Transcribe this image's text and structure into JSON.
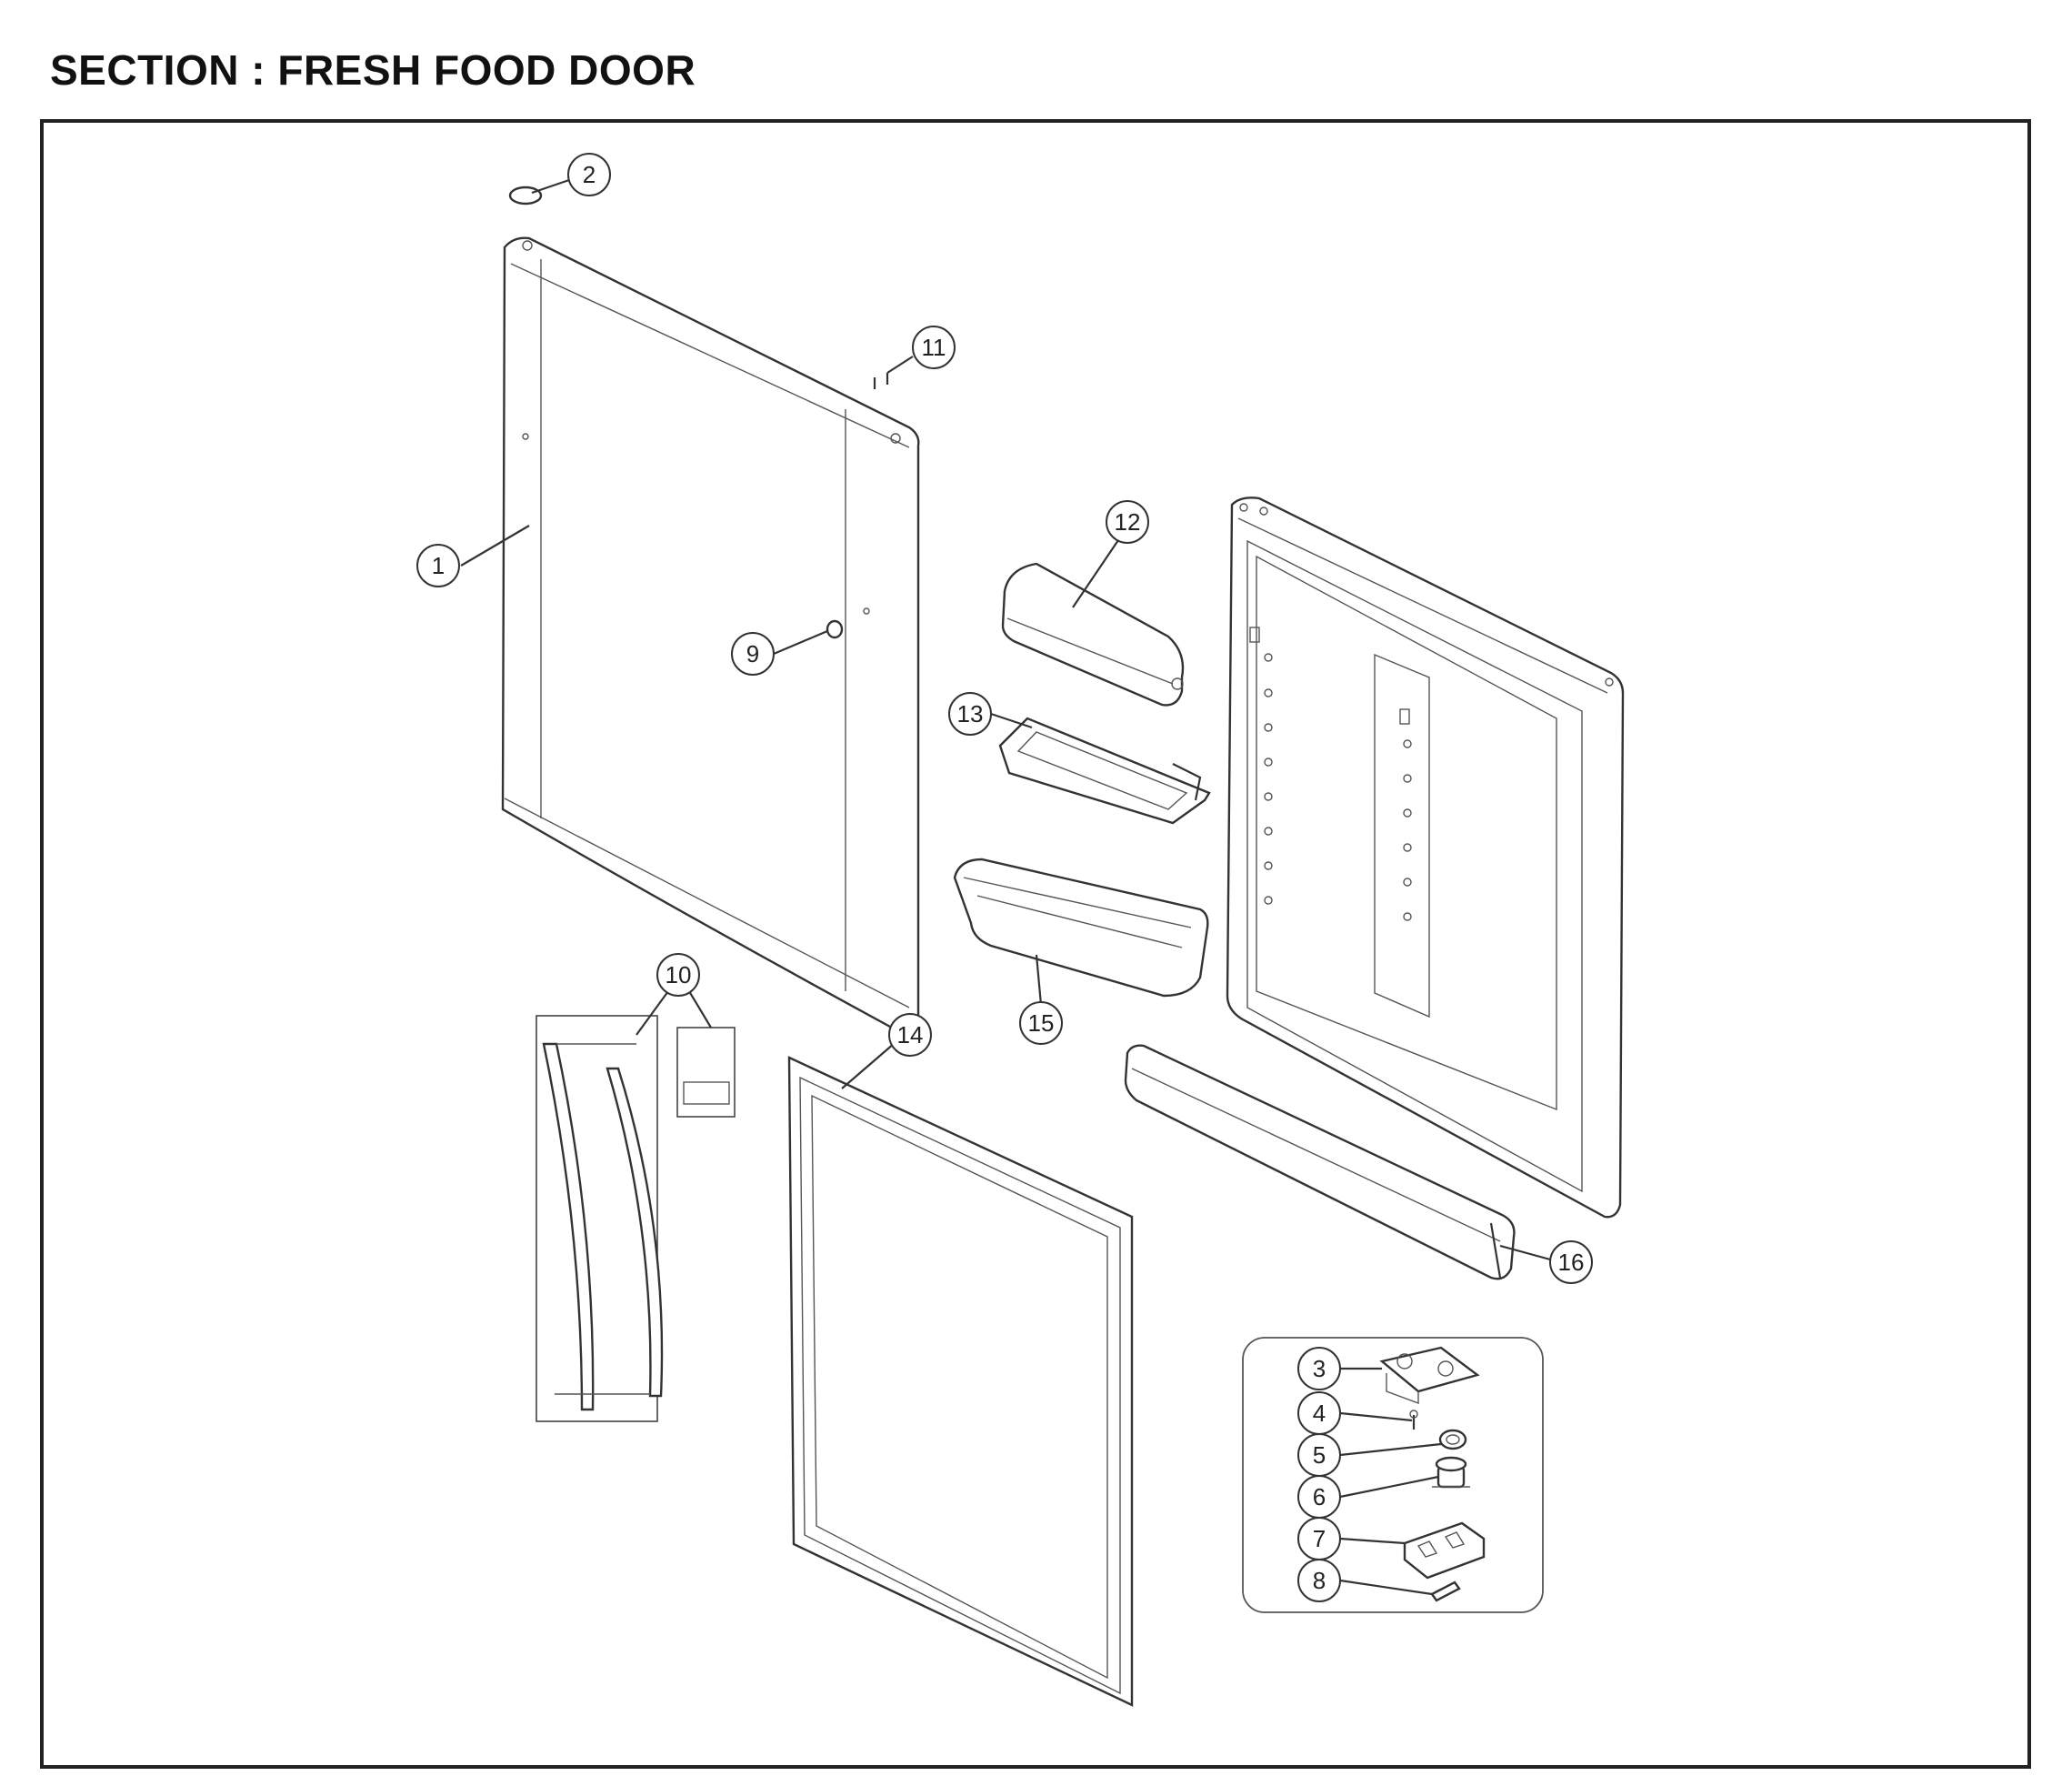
{
  "title": "SECTION : FRESH FOOD DOOR",
  "callouts": [
    {
      "id": "c1",
      "label": "1"
    },
    {
      "id": "c2",
      "label": "2"
    },
    {
      "id": "c3",
      "label": "3"
    },
    {
      "id": "c4",
      "label": "4"
    },
    {
      "id": "c5",
      "label": "5"
    },
    {
      "id": "c6",
      "label": "6"
    },
    {
      "id": "c7",
      "label": "7"
    },
    {
      "id": "c8",
      "label": "8"
    },
    {
      "id": "c9",
      "label": "9"
    },
    {
      "id": "c10",
      "label": "10"
    },
    {
      "id": "c11",
      "label": "11"
    },
    {
      "id": "c12",
      "label": "12"
    },
    {
      "id": "c13",
      "label": "13"
    },
    {
      "id": "c14",
      "label": "14"
    },
    {
      "id": "c15",
      "label": "15"
    },
    {
      "id": "c16",
      "label": "16"
    }
  ]
}
